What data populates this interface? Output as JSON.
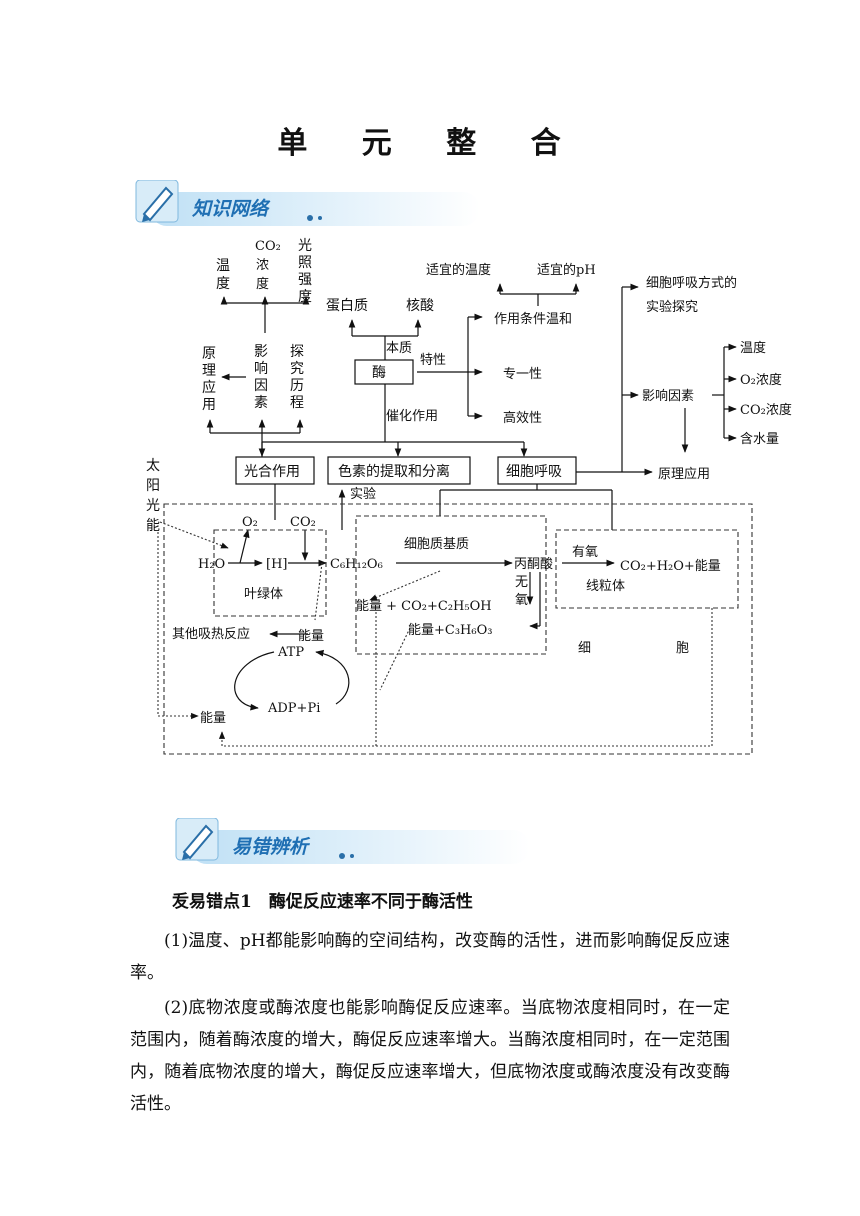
{
  "page_title": "单 元 整 合",
  "banner_knowledge": "知识网络",
  "banner_errors": "易错辨析",
  "diagram": {
    "photo": {
      "col1": [
        "温",
        "度"
      ],
      "col2": [
        "CO₂",
        "浓",
        "度"
      ],
      "col3": [
        "光",
        "照",
        "强",
        "度"
      ],
      "principle": [
        "原",
        "理",
        "应",
        "用"
      ],
      "factors": [
        "影",
        "响",
        "因",
        "素"
      ],
      "history": [
        "探",
        "究",
        "历",
        "程"
      ],
      "box": "光合作用"
    },
    "enzyme": {
      "protein": "蛋白质",
      "rna": "核酸",
      "essence": "本质",
      "box": "酶",
      "property": "特性",
      "catalysis": "催化作用",
      "temp": "适宜的温度",
      "ph": "适宜的pH",
      "mild": "作用条件温和",
      "specific": "专一性",
      "efficient": "高效性"
    },
    "resp": {
      "methods": "细胞呼吸方式的",
      "methods2": "实验探究",
      "factors": "影响因素",
      "temp": "温度",
      "o2": "O₂浓度",
      "co2": "CO₂浓度",
      "water": "含水量",
      "application": "原理应用",
      "box": "细胞呼吸"
    },
    "pigment_box": "色素的提取和分离",
    "experiment": "实验",
    "sun": [
      "太",
      "阳",
      "光",
      "能"
    ],
    "chloro": {
      "o2": "O₂",
      "co2": "CO₂",
      "h2o": "H₂O",
      "h": "[H]",
      "glucose": "C₆H₁₂O₆",
      "name": "叶绿体"
    },
    "cyto": {
      "name": "细胞质基质",
      "pyruvate": "丙酮酸",
      "anaerobic": [
        "无",
        "氧"
      ],
      "alcohol": "能量 + CO₂+C₂H₅OH",
      "lactic": "能量+C₃H₆O₃"
    },
    "mito": {
      "aerobic": "有氧",
      "products": "CO₂+H₂O+能量",
      "name": "线粒体"
    },
    "cell": [
      "细",
      "胞"
    ],
    "atp": {
      "other": "其他吸热反应",
      "energy_top": "能量",
      "atp": "ATP",
      "adp": "ADP+Pi",
      "energy_bottom": "能量"
    }
  },
  "error_section": {
    "heading": "叐易错点1　酶促反应速率不同于酶活性",
    "p1": "(1)温度、pH都能影响酶的空间结构，改变酶的活性，进而影响酶促反应速率。",
    "p2": "(2)底物浓度或酶浓度也能影响酶促反应速率。当底物浓度相同时，在一定范围内，随着酶浓度的增大，酶促反应速率增大。当酶浓度相同时，在一定范围内，随着底物浓度的增大，酶促反应速率增大，但底物浓度或酶浓度没有改变酶活性。"
  }
}
